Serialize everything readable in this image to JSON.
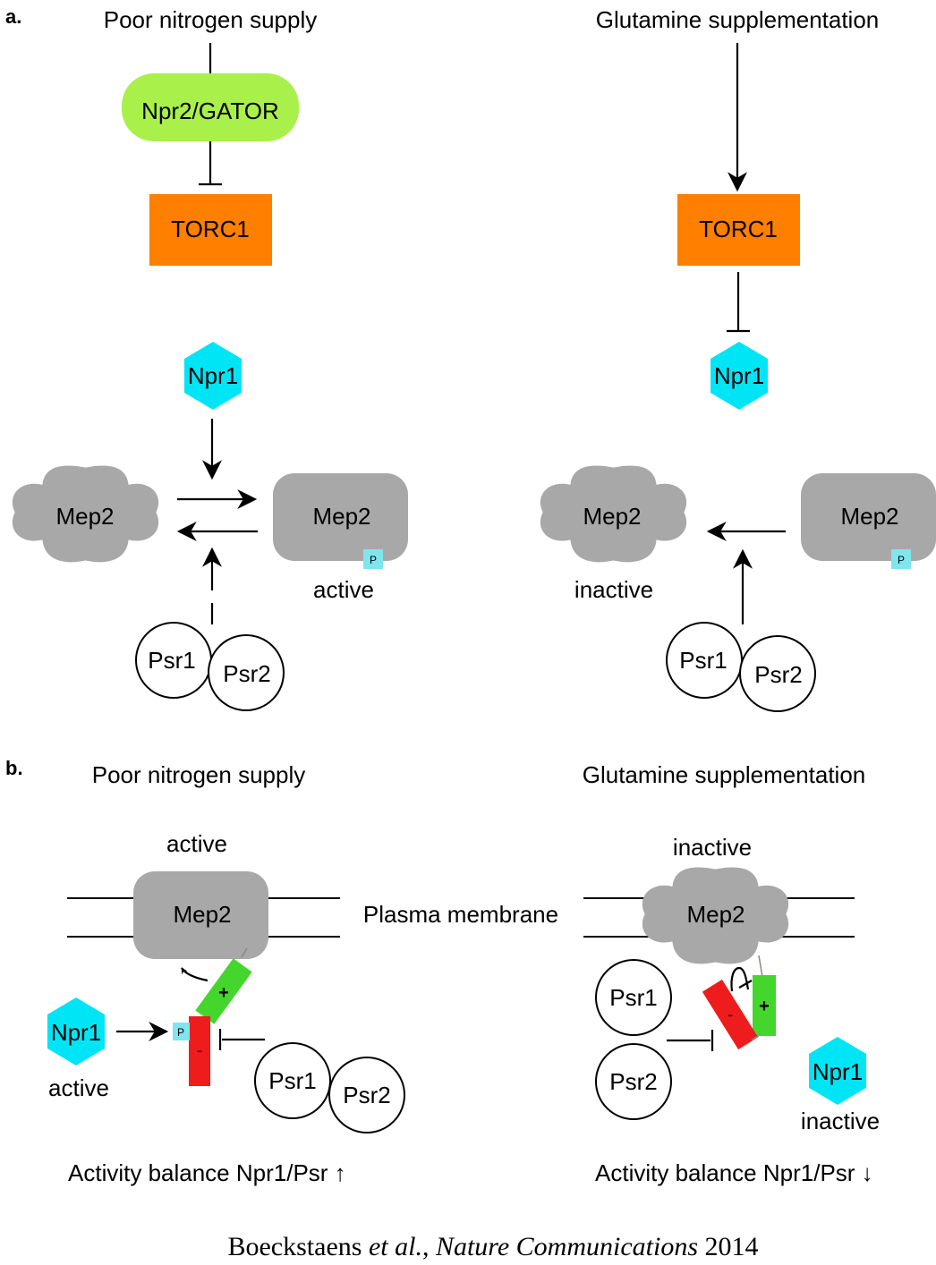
{
  "panel_a": {
    "label": "a.",
    "left": {
      "title": "Poor nitrogen supply",
      "gator": "Npr2/GATOR",
      "torc1": "TORC1",
      "npr1": "Npr1",
      "mep2_left": "Mep2",
      "mep2_right": "Mep2",
      "p": "P",
      "state": "active",
      "psr1": "Psr1",
      "psr2": "Psr2"
    },
    "right": {
      "title": "Glutamine supplementation",
      "torc1": "TORC1",
      "npr1": "Npr1",
      "mep2_left": "Mep2",
      "mep2_right": "Mep2",
      "p": "P",
      "state": "inactive",
      "psr1": "Psr1",
      "psr2": "Psr2"
    }
  },
  "panel_b": {
    "label": "b.",
    "left": {
      "title": "Poor nitrogen supply",
      "state": "active",
      "mep2": "Mep2",
      "plus": "+",
      "minus": "-",
      "p": "P",
      "npr1": "Npr1",
      "npr1_state": "active",
      "psr1": "Psr1",
      "psr2": "Psr2",
      "balance": "Activity balance Npr1/Psr ↑"
    },
    "membrane_label": "Plasma membrane",
    "right": {
      "title": "Glutamine supplementation",
      "state": "inactive",
      "mep2": "Mep2",
      "plus": "+",
      "minus": "-",
      "psr1": "Psr1",
      "psr2": "Psr2",
      "npr1": "Npr1",
      "npr1_state": "inactive",
      "balance": "Activity balance Npr1/Psr ↓"
    }
  },
  "citation": {
    "authors": "Boeckstaens ",
    "etal": "et al.",
    "sep": ", ",
    "journal": "Nature Communications",
    "year": " 2014"
  },
  "colors": {
    "gator": "#a9f04a",
    "torc1": "#ff7f00",
    "npr1": "#00e5f5",
    "mep2": "#a8a8a8",
    "phospho": "#7fe6ee",
    "plus_domain": "#44d62c",
    "minus_domain": "#ee1c1c"
  }
}
